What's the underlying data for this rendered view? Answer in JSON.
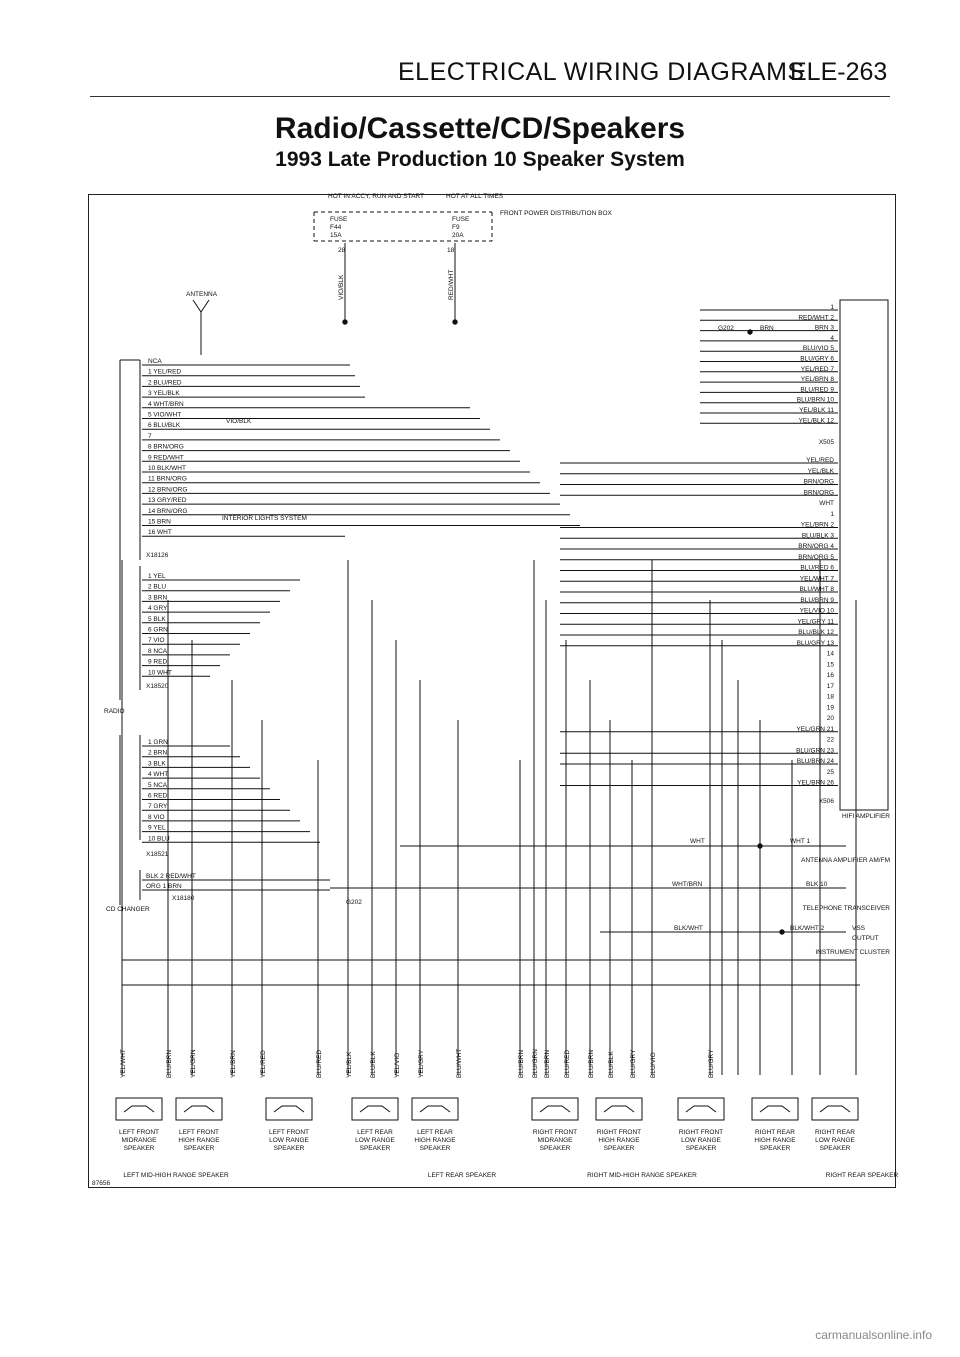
{
  "header": {
    "section": "ELECTRICAL WIRING DIAGRAMS",
    "code": "ELE-263"
  },
  "title": "Radio/Cassette/CD/Speakers",
  "subtitle": "1993 Late Production 10 Speaker System",
  "figure_number": "87656",
  "footer": "carmanualsonline.info",
  "power": {
    "hot_accy": "HOT IN ACCY, RUN AND START",
    "hot_all": "HOT AT ALL TIMES",
    "fuse_a": [
      "FUSE",
      "F44",
      "15A"
    ],
    "fuse_b": [
      "FUSE",
      "F9",
      "20A"
    ],
    "box": "FRONT POWER DISTRIBUTION BOX",
    "pin_a": "28",
    "pin_b": "18",
    "wire_a": "VIO/BLK",
    "wire_b": "RED/WHT"
  },
  "antenna": "ANTENNA",
  "radio_label": "RADIO",
  "cd_label": "CD CHANGER",
  "interior": "INTERIOR LIGHTS SYSTEM",
  "vio_blk": "VIO/BLK",
  "x18126": {
    "id": "X18126",
    "pins": [
      "NCA",
      "1  YEL/RED",
      "2  BLU/RED",
      "3  YEL/BLK",
      "4  WHT/BRN",
      "5  VIO/WHT",
      "6  BLU/BLK",
      "7",
      "8  BRN/ORG",
      "9  RED/WHT",
      "10  BLK/WHT",
      "11  BRN/ORG",
      "12  BRN/ORG",
      "13  GRY/RED",
      "14  BRN/ORG",
      "15  BRN",
      "16  WHT"
    ]
  },
  "x18520": {
    "id": "X18520",
    "pins": [
      "1  YEL",
      "2  BLU",
      "3  BRN",
      "4  GRY",
      "5  BLK",
      "6  GRN",
      "7  VIO",
      "8  NCA",
      "9  RED",
      "10  WHT"
    ]
  },
  "x18521": {
    "id": "X18521",
    "pins": [
      "1  GRN",
      "2  BRN",
      "3  BLK",
      "4  WHT",
      "5  NCA",
      "6  RED",
      "7  GRY",
      "8  VIO",
      "9  YEL",
      "10  BLU"
    ]
  },
  "x18180": {
    "id": "X18180",
    "pins": [
      "BLK  2  RED/WHT",
      "ORG  1  BRN"
    ]
  },
  "g202": "G202",
  "x505": {
    "id": "X505",
    "pins": [
      "1",
      "RED/WHT  2",
      "BRN  3",
      "4",
      "BLU/VIO  5",
      "BLU/GRY  6",
      "YEL/RED  7",
      "YEL/BRN  8",
      "BLU/RED  9",
      "BLU/BRN  10",
      "YEL/BLK  11",
      "YEL/BLK  12"
    ]
  },
  "g202_brn": "BRN",
  "x506": {
    "id": "X506",
    "pins": [
      "YEL/RED",
      "YEL/BLK",
      "BRN/ORG",
      "BRN/ORG",
      "WHT",
      "1",
      "YEL/BRN  2",
      "BLU/BLK  3",
      "BRN/ORG  4",
      "BRN/ORG  5",
      "BLU/RED  6",
      "YEL/WHT  7",
      "BLU/WHT  8",
      "BLU/BRN  9",
      "YEL/VIO  10",
      "YEL/GRY  11",
      "BLU/BLK  12",
      "BLU/GRY  13",
      "14",
      "15",
      "16",
      "17",
      "18",
      "19",
      "20",
      "YEL/GRN  21",
      "22",
      "BLU/GRN  23",
      "BLU/BRN  24",
      "25",
      "YEL/BRN  26"
    ]
  },
  "hifi": "HIFI AMPLIFIER",
  "right_units": {
    "antenna_amp": "ANTENNA AMPLIFIER AM/FM",
    "telephone": "TELEPHONE TRANSCEIVER",
    "cluster": "INSTRUMENT CLUSTER",
    "wht": "WHT",
    "wht1": "WHT  1",
    "wht_brn": "WHT/BRN",
    "blk10": "BLK  10",
    "blk_wht": "BLK/WHT",
    "blk_wht2": "BLK/WHT  2",
    "vss": "VSS",
    "output": "OUTPUT"
  },
  "speakers": [
    {
      "name": "LEFT FRONT MIDRANGE SPEAKER",
      "group": "LEFT MID-HIGH RANGE SPEAKER"
    },
    {
      "name": "LEFT FRONT HIGH RANGE SPEAKER",
      "group": ""
    },
    {
      "name": "LEFT FRONT LOW RANGE SPEAKER",
      "group": ""
    },
    {
      "name": "LEFT REAR LOW RANGE SPEAKER",
      "group": "LEFT REAR SPEAKER"
    },
    {
      "name": "LEFT REAR HIGH RANGE SPEAKER",
      "group": ""
    },
    {
      "name": "RIGHT FRONT MIDRANGE SPEAKER",
      "group": "RIGHT MID-HIGH RANGE SPEAKER"
    },
    {
      "name": "RIGHT FRONT HIGH RANGE SPEAKER",
      "group": ""
    },
    {
      "name": "RIGHT FRONT LOW RANGE SPEAKER",
      "group": ""
    },
    {
      "name": "RIGHT REAR HIGH RANGE SPEAKER",
      "group": "RIGHT REAR SPEAKER"
    },
    {
      "name": "RIGHT REAR LOW RANGE SPEAKER",
      "group": ""
    }
  ],
  "bottom_wires": [
    "YEL/WHT",
    "BLU/BRN",
    "YEL/GRN",
    "YEL/BRN",
    "YEL/RED",
    "BLU/RED",
    "YEL/BLK",
    "BLU/BLK",
    "YEL/VIO",
    "YEL/GRY",
    "BLU/WHT",
    "BLU/BRN",
    "BLU/GRN",
    "BLU/BRN",
    "BLU/RED",
    "BLU/BRN",
    "BLU/BLK",
    "BLU/GRY",
    "BLU/VIO",
    "BLU/GRY"
  ]
}
